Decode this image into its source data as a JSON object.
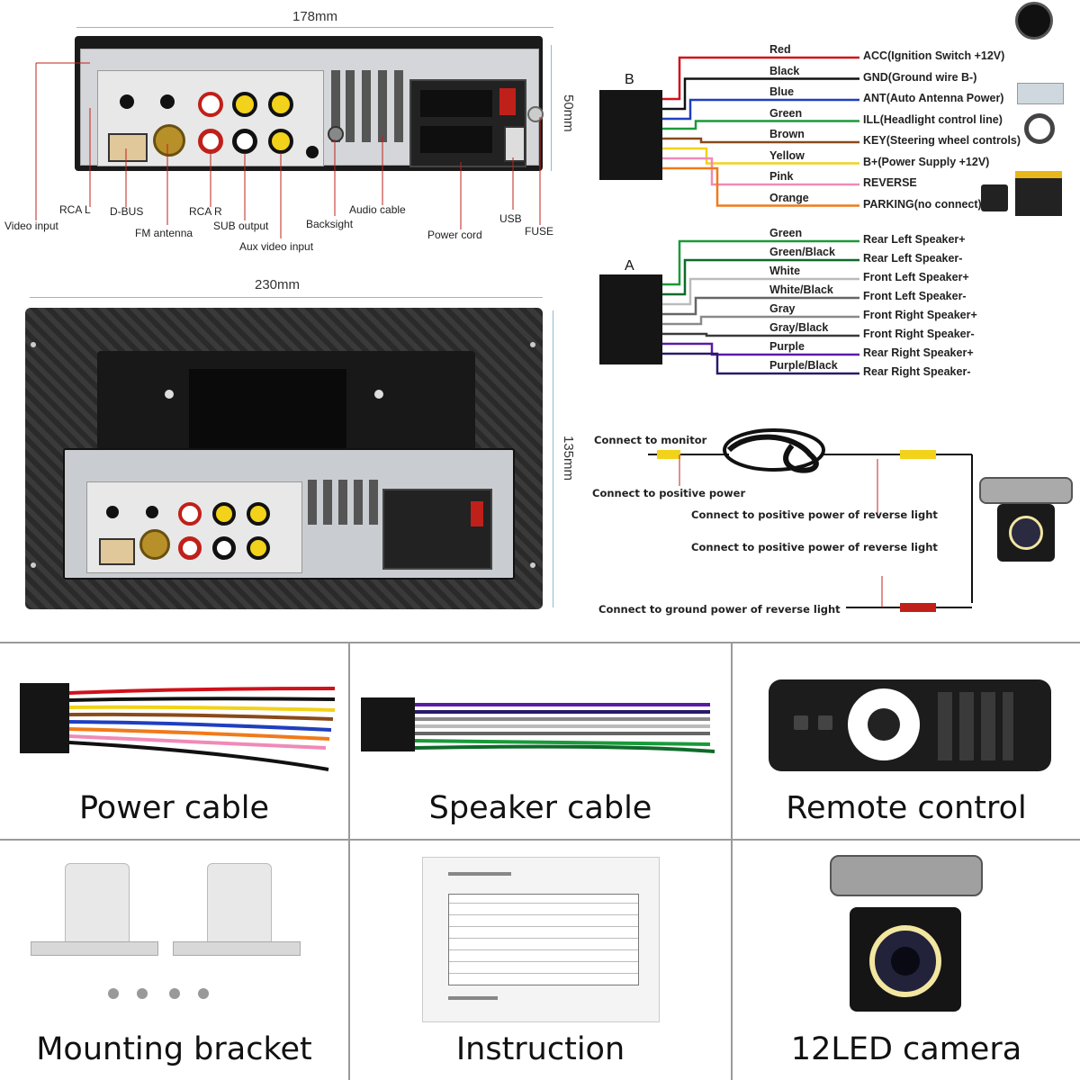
{
  "dimensions": {
    "top_width": "178mm",
    "top_height": "50mm",
    "panel_width": "230mm",
    "panel_height": "135mm"
  },
  "unit_labels": {
    "video_input": "Video input",
    "rca_l": "RCA L",
    "d_bus": "D-BUS",
    "fm_antenna": "FM antenna",
    "rca_r": "RCA R",
    "sub_output": "SUB output",
    "aux_video_input": "Aux video input",
    "backsight": "Backsight",
    "audio_cable": "Audio cable",
    "power_cord": "Power cord",
    "usb": "USB",
    "fuse": "FUSE"
  },
  "harness_b": {
    "label": "B",
    "wires": [
      {
        "color_name": "Red",
        "hex": "#d0111a",
        "function": "ACC(Ignition Switch +12V)"
      },
      {
        "color_name": "Black",
        "hex": "#111111",
        "function": "GND(Ground wire B-)"
      },
      {
        "color_name": "Blue",
        "hex": "#1f3fbf",
        "function": "ANT(Auto Antenna Power)"
      },
      {
        "color_name": "Green",
        "hex": "#1a9a3a",
        "function": "ILL(Headlight control line)"
      },
      {
        "color_name": "Brown",
        "hex": "#8a4a1a",
        "function": "KEY(Steering wheel controls)"
      },
      {
        "color_name": "Yellow",
        "hex": "#f2d21a",
        "function": "B+(Power Supply +12V)"
      },
      {
        "color_name": "Pink",
        "hex": "#f08ab8",
        "function": "REVERSE"
      },
      {
        "color_name": "Orange",
        "hex": "#f07a1a",
        "function": "PARKING(no connect)"
      }
    ]
  },
  "harness_a": {
    "label": "A",
    "wires": [
      {
        "color_name": "Green",
        "hex": "#1a9a3a",
        "function": "Rear Left Speaker+"
      },
      {
        "color_name": "Green/Black",
        "hex": "#0f6a2a",
        "function": "Rear Left Speaker-"
      },
      {
        "color_name": "White",
        "hex": "#bbbbbb",
        "function": "Front Left Speaker+"
      },
      {
        "color_name": "White/Black",
        "hex": "#666666",
        "function": "Front Left Speaker-"
      },
      {
        "color_name": "Gray",
        "hex": "#8a8a8a",
        "function": "Front Right Speaker+"
      },
      {
        "color_name": "Gray/Black",
        "hex": "#3a3a3a",
        "function": "Front Right Speaker-"
      },
      {
        "color_name": "Purple",
        "hex": "#5a1aa8",
        "function": "Rear Right Speaker+"
      },
      {
        "color_name": "Purple/Black",
        "hex": "#2a1a6a",
        "function": "Rear Right Speaker-"
      }
    ]
  },
  "camera_wiring": {
    "monitor": "Connect to monitor",
    "positive_power": "Connect to positive power",
    "reverse_pos_1": "Connect to positive power of reverse light",
    "reverse_pos_2": "Connect to positive power of reverse light",
    "ground": "Connect to ground power of reverse light"
  },
  "accessories": [
    {
      "name": "Power cable",
      "icon": "power-cable-icon"
    },
    {
      "name": "Speaker cable",
      "icon": "speaker-cable-icon"
    },
    {
      "name": "Remote control",
      "icon": "remote-control-icon"
    },
    {
      "name": "Mounting bracket",
      "icon": "mounting-bracket-icon"
    },
    {
      "name": "Instruction",
      "icon": "instruction-manual-icon"
    },
    {
      "name": "12LED camera",
      "icon": "led-camera-icon"
    }
  ]
}
